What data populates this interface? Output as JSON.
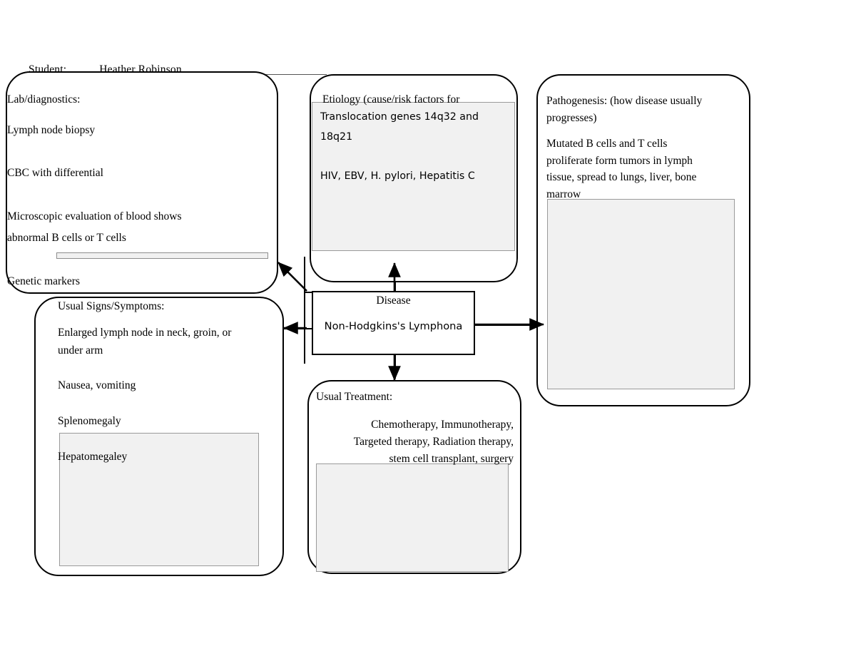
{
  "header": {
    "label": "Student:",
    "value": "Heather Robinson"
  },
  "nodes": {
    "lab": {
      "title": "Lab/diagnostics:",
      "lines": "Lymph node biopsy\n\nCBC with differential\n\nMicroscopic evaluation of blood shows\nabnormal B cells or T cells\n\nGenetic markers",
      "field_value": ""
    },
    "etiology": {
      "title": "Etiology (cause/risk factors for",
      "field_value": "Translocation genes 14q32 and 18q21\n\nHIV, EBV, H. pylori, Hepatitis C"
    },
    "pathogenesis": {
      "title": "Pathogenesis: (how disease usually\nprogresses)",
      "body": "Mutated B cells and T cells\nproliferate form tumors in lymph\ntissue, spread to  lungs, liver, bone\nmarrow",
      "field_value": ""
    },
    "symptoms": {
      "title": "Usual Signs/Symptoms:",
      "lines": "Enlarged lymph node in neck, groin, or\nunder arm\n\nNausea, vomiting\n\nSplenomegaly\n\nHepatomegaley",
      "field_value": ""
    },
    "disease": {
      "title": "Disease",
      "name": "Non-Hodgkins's Lymphona",
      "field_value": ""
    },
    "treatment": {
      "title": "Usual Treatment:",
      "body": "Chemotherapy, Immunotherapy,\nTargeted therapy, Radiation therapy,\nstem cell transplant, surgery",
      "field_value": ""
    }
  },
  "colors": {
    "outline": "#000000",
    "field_fill": "#f1f1f1",
    "field_border": "#9a9a9a",
    "page": "#ffffff"
  }
}
